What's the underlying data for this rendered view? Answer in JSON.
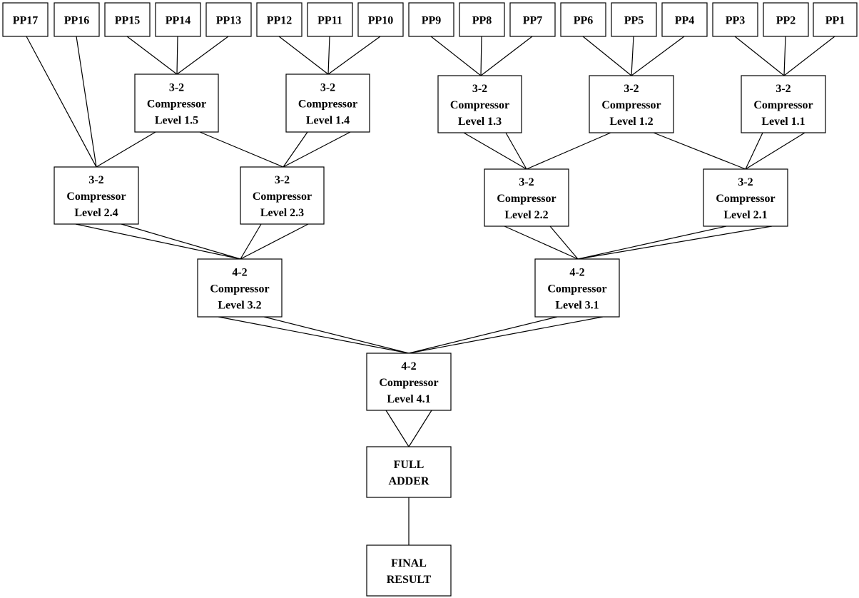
{
  "diagram": {
    "partial_products": [
      {
        "id": "pp17",
        "label": "PP17"
      },
      {
        "id": "pp16",
        "label": "PP16"
      },
      {
        "id": "pp15",
        "label": "PP15"
      },
      {
        "id": "pp14",
        "label": "PP14"
      },
      {
        "id": "pp13",
        "label": "PP13"
      },
      {
        "id": "pp12",
        "label": "PP12"
      },
      {
        "id": "pp11",
        "label": "PP11"
      },
      {
        "id": "pp10",
        "label": "PP10"
      },
      {
        "id": "pp9",
        "label": "PP9"
      },
      {
        "id": "pp8",
        "label": "PP8"
      },
      {
        "id": "pp7",
        "label": "PP7"
      },
      {
        "id": "pp6",
        "label": "PP6"
      },
      {
        "id": "pp5",
        "label": "PP5"
      },
      {
        "id": "pp4",
        "label": "PP4"
      },
      {
        "id": "pp3",
        "label": "PP3"
      },
      {
        "id": "pp2",
        "label": "PP2"
      },
      {
        "id": "pp1",
        "label": "PP1"
      }
    ],
    "compressors": [
      {
        "id": "c15",
        "lines": [
          "3-2",
          "Compressor",
          "Level 1.5"
        ]
      },
      {
        "id": "c14",
        "lines": [
          "3-2",
          "Compressor",
          "Level 1.4"
        ]
      },
      {
        "id": "c13",
        "lines": [
          "3-2",
          "Compressor",
          "Level 1.3"
        ]
      },
      {
        "id": "c12",
        "lines": [
          "3-2",
          "Compressor",
          "Level 1.2"
        ]
      },
      {
        "id": "c11",
        "lines": [
          "3-2",
          "Compressor",
          "Level 1.1"
        ]
      },
      {
        "id": "c24",
        "lines": [
          "3-2",
          "Compressor",
          "Level 2.4"
        ]
      },
      {
        "id": "c23",
        "lines": [
          "3-2",
          "Compressor",
          "Level 2.3"
        ]
      },
      {
        "id": "c22",
        "lines": [
          "3-2",
          "Compressor",
          "Level 2.2"
        ]
      },
      {
        "id": "c21",
        "lines": [
          "3-2",
          "Compressor",
          "Level 2.1"
        ]
      },
      {
        "id": "c32",
        "lines": [
          "4-2",
          "Compressor",
          "Level 3.2"
        ]
      },
      {
        "id": "c31",
        "lines": [
          "4-2",
          "Compressor",
          "Level 3.1"
        ]
      },
      {
        "id": "c41",
        "lines": [
          "4-2",
          "Compressor",
          "Level 4.1"
        ]
      }
    ],
    "full_adder": {
      "id": "fa",
      "lines": [
        "FULL",
        "ADDER"
      ]
    },
    "final_result": {
      "id": "fr",
      "lines": [
        "FINAL",
        "RESULT"
      ]
    },
    "edges": [
      [
        "pp15",
        "c15"
      ],
      [
        "pp14",
        "c15"
      ],
      [
        "pp13",
        "c15"
      ],
      [
        "pp12",
        "c14"
      ],
      [
        "pp11",
        "c14"
      ],
      [
        "pp10",
        "c14"
      ],
      [
        "pp9",
        "c13"
      ],
      [
        "pp8",
        "c13"
      ],
      [
        "pp7",
        "c13"
      ],
      [
        "pp6",
        "c12"
      ],
      [
        "pp5",
        "c12"
      ],
      [
        "pp4",
        "c12"
      ],
      [
        "pp3",
        "c11"
      ],
      [
        "pp2",
        "c11"
      ],
      [
        "pp1",
        "c11"
      ],
      [
        "pp17",
        "c24"
      ],
      [
        "pp16",
        "c24"
      ],
      [
        "c15",
        "c24"
      ],
      [
        "c15",
        "c23"
      ],
      [
        "c14",
        "c23"
      ],
      [
        "c14",
        "c23"
      ],
      [
        "c13",
        "c22"
      ],
      [
        "c13",
        "c22"
      ],
      [
        "c12",
        "c22"
      ],
      [
        "c12",
        "c21"
      ],
      [
        "c11",
        "c21"
      ],
      [
        "c11",
        "c21"
      ],
      [
        "c24",
        "c32"
      ],
      [
        "c24",
        "c32"
      ],
      [
        "c23",
        "c32"
      ],
      [
        "c23",
        "c32"
      ],
      [
        "c22",
        "c31"
      ],
      [
        "c22",
        "c31"
      ],
      [
        "c21",
        "c31"
      ],
      [
        "c21",
        "c31"
      ],
      [
        "c32",
        "c41"
      ],
      [
        "c32",
        "c41"
      ],
      [
        "c31",
        "c41"
      ],
      [
        "c31",
        "c41"
      ],
      [
        "c41",
        "fa"
      ],
      [
        "c41",
        "fa"
      ],
      [
        "fa",
        "fr"
      ]
    ]
  }
}
